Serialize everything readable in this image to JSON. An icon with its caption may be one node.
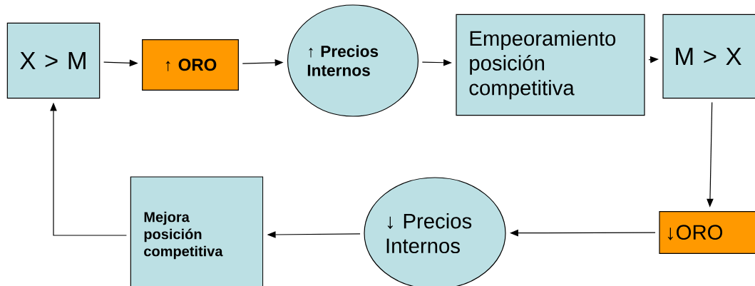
{
  "diagram": {
    "nodes": [
      {
        "text": [
          "X > M"
        ]
      },
      {
        "text": [
          "↑ ORO"
        ]
      },
      {
        "text": [
          "↑ Precios Internos"
        ]
      },
      {
        "text": [
          "Empeoramiento posición competitiva"
        ]
      },
      {
        "text": [
          "M > X"
        ]
      },
      {
        "text": [
          "↓ORO"
        ]
      },
      {
        "text": [
          "↓ Precios Internos"
        ]
      },
      {
        "text": [
          "Mejora posición competitiva"
        ]
      }
    ],
    "edges": [
      {
        "from": 0,
        "to": 1,
        "arrow": "to"
      },
      {
        "from": 1,
        "to": 2,
        "arrow": "to"
      },
      {
        "from": 2,
        "to": 3,
        "arrow": "to"
      },
      {
        "from": 3,
        "to": 4,
        "arrow": "to"
      },
      {
        "from": 4,
        "to": 5,
        "arrow": "to"
      },
      {
        "from": 5,
        "to": 6,
        "arrow": "to"
      },
      {
        "from": 6,
        "to": 7,
        "arrow": "to"
      },
      {
        "from": 7,
        "to": 0,
        "arrow": "to"
      }
    ]
  }
}
